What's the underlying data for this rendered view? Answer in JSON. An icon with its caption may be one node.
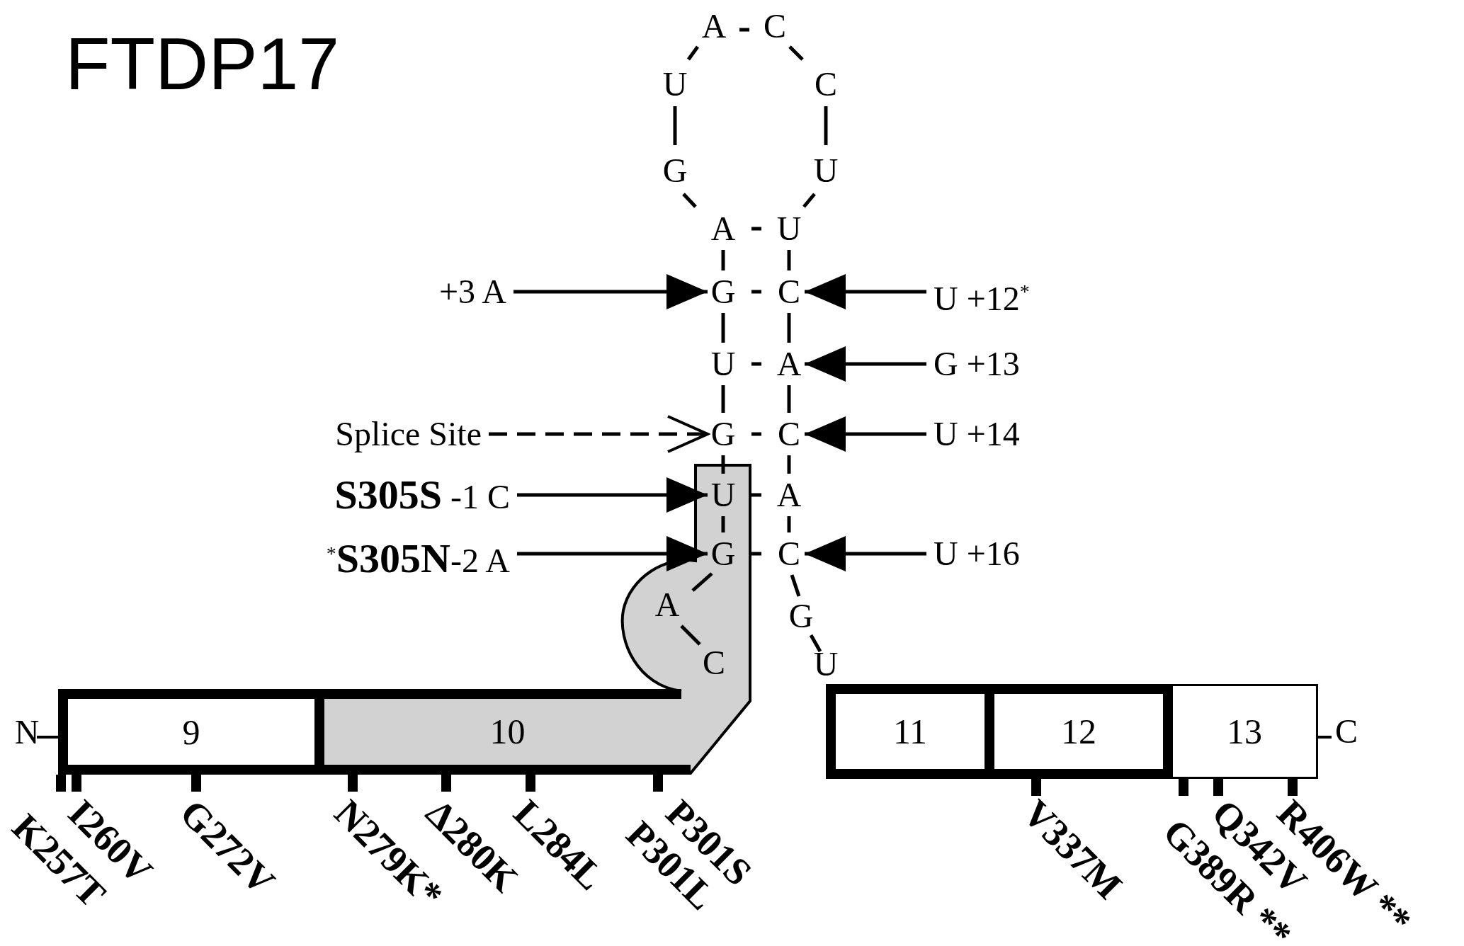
{
  "diagram": {
    "title": "FTDP17",
    "nodes": [
      {
        "text": [
          "9"
        ],
        "beside": [
          "N"
        ]
      },
      {
        "text": [
          "10"
        ]
      },
      {
        "text": [
          "11"
        ]
      },
      {
        "text": [
          "12"
        ]
      },
      {
        "text": [
          "13"
        ],
        "beside": [
          "C"
        ]
      },
      {
        "text": [
          "+3 A"
        ]
      },
      {
        "text": [
          "G"
        ]
      },
      {
        "text": [
          "U +12$^{*}$"
        ]
      },
      {
        "text": [
          "C"
        ]
      },
      {
        "text": [
          "G +13"
        ]
      },
      {
        "text": [
          "A"
        ]
      },
      {
        "text": [
          "U +14"
        ]
      },
      {
        "text": [
          "C"
        ]
      },
      {
        "text": [
          "Splice Site"
        ]
      },
      {
        "text": [
          "G"
        ]
      },
      {
        "text": [
          "**S305S** -1 C"
        ]
      },
      {
        "text": [
          "U"
        ],
        "in": 1
      },
      {
        "text": [
          "$^{*}$**S305N**-2 A"
        ]
      },
      {
        "text": [
          "G"
        ],
        "in": 1
      },
      {
        "text": [
          "U +16"
        ]
      },
      {
        "text": [
          "C"
        ]
      }
    ],
    "edges": [
      {
        "from": 5,
        "to": 6,
        "arrow": "to"
      },
      {
        "from": 7,
        "to": 8,
        "arrow": "to"
      },
      {
        "from": 9,
        "to": 10,
        "arrow": "to"
      },
      {
        "from": 11,
        "to": 12,
        "arrow": "to"
      },
      {
        "from": 13,
        "to": 14,
        "arrow": "to",
        "style": "dashed"
      },
      {
        "from": 15,
        "to": 16,
        "arrow": "to"
      },
      {
        "from": 17,
        "to": 18,
        "arrow": "to"
      },
      {
        "from": 19,
        "to": 20,
        "arrow": "to"
      }
    ],
    "labels": [
      "A",
      "C",
      "U",
      "C",
      "G",
      "U",
      "A",
      "U",
      "U",
      "A",
      "A",
      "C",
      "G",
      "U",
      "K257T",
      "I260V",
      "G272V",
      "N279K*",
      "Δ280K",
      "L284L",
      "P301L",
      "P301S",
      "V337M",
      "G389R **",
      "Q342V",
      "R406W **"
    ]
  }
}
